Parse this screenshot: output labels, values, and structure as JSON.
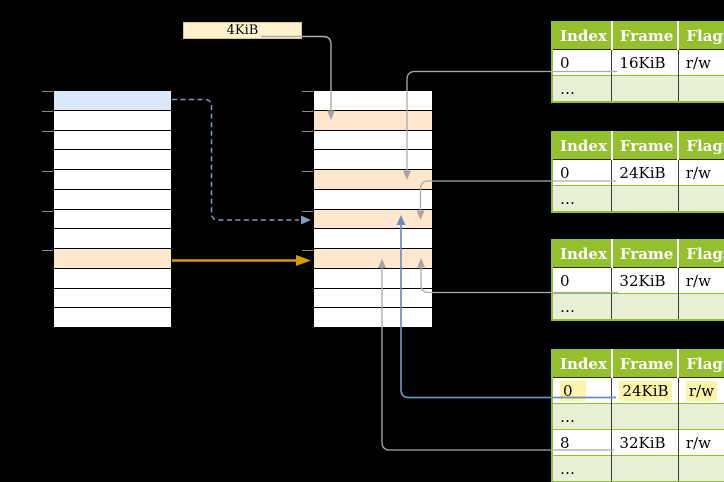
{
  "colors": {
    "background": "#000000",
    "table_header_green": "#94bf2e",
    "table_row_light_green": "#e7efd4",
    "cell_orange": "#ffe6cc",
    "cell_blue": "#dae8fc",
    "label_box_fill": "#fff2cc",
    "label_box_border": "#dcc793",
    "highlight_yellow": "#fbf5a9",
    "connector_gray": "#ababab",
    "connector_blue": "#6c8ebf",
    "connector_blue_dashed": "#7d9cc9",
    "connector_orange": "#d79b00",
    "tick_gray": "#8a8a8a"
  },
  "label_box": {
    "text": "4KiB"
  },
  "columns": {
    "virtual": {
      "rows": [
        "blue",
        "white",
        "white",
        "white",
        "white",
        "white",
        "white",
        "white",
        "orange",
        "white",
        "white",
        "white"
      ],
      "tick_rows": [
        0,
        1,
        2,
        4,
        6,
        8
      ]
    },
    "physical": {
      "rows": [
        "white",
        "orange",
        "white",
        "white",
        "orange",
        "white",
        "orange",
        "white",
        "orange",
        "white",
        "white",
        "white"
      ],
      "tick_rows": [
        0,
        1,
        2,
        4,
        6,
        8
      ]
    }
  },
  "tables": [
    {
      "headers": [
        "Index",
        "Frame",
        "Flags"
      ],
      "rows": [
        {
          "cells": [
            "0",
            "16KiB",
            "r/w"
          ],
          "shaded": false,
          "highlight": false
        },
        {
          "cells": [
            "…",
            "",
            ""
          ],
          "shaded": true,
          "highlight": false
        }
      ]
    },
    {
      "headers": [
        "Index",
        "Frame",
        "Flags"
      ],
      "rows": [
        {
          "cells": [
            "0",
            "24KiB",
            "r/w"
          ],
          "shaded": false,
          "highlight": false
        },
        {
          "cells": [
            "…",
            "",
            ""
          ],
          "shaded": true,
          "highlight": false
        }
      ]
    },
    {
      "headers": [
        "Index",
        "Frame",
        "Flags"
      ],
      "rows": [
        {
          "cells": [
            "0",
            "32KiB",
            "r/w"
          ],
          "shaded": false,
          "highlight": false
        },
        {
          "cells": [
            "…",
            "",
            ""
          ],
          "shaded": true,
          "highlight": false
        }
      ]
    },
    {
      "headers": [
        "Index",
        "Frame",
        "Flags"
      ],
      "rows": [
        {
          "cells": [
            "0",
            "24KiB",
            "r/w"
          ],
          "shaded": false,
          "highlight": true
        },
        {
          "cells": [
            "…",
            "",
            ""
          ],
          "shaded": true,
          "highlight": false
        },
        {
          "cells": [
            "8",
            "32KiB",
            "r/w"
          ],
          "shaded": false,
          "highlight": false
        },
        {
          "cells": [
            "…",
            "",
            ""
          ],
          "shaded": true,
          "highlight": false
        }
      ]
    }
  ],
  "connectors": [
    {
      "from": "page-size-label",
      "to": "physical-row-1",
      "style": "gray"
    },
    {
      "from": "virtual-row-0",
      "to": "physical-row-6",
      "style": "blue-dashed"
    },
    {
      "from": "virtual-row-8",
      "to": "physical-row-8",
      "style": "orange"
    },
    {
      "from": "table-0-row-0",
      "to": "physical-row-4",
      "style": "gray"
    },
    {
      "from": "table-1-row-0",
      "to": "physical-row-6",
      "style": "gray"
    },
    {
      "from": "table-2-row-0",
      "to": "physical-row-8",
      "style": "gray"
    },
    {
      "from": "table-3-row-0",
      "to": "physical-row-6",
      "style": "blue"
    },
    {
      "from": "table-3-row-2",
      "to": "physical-row-8",
      "style": "gray"
    }
  ]
}
